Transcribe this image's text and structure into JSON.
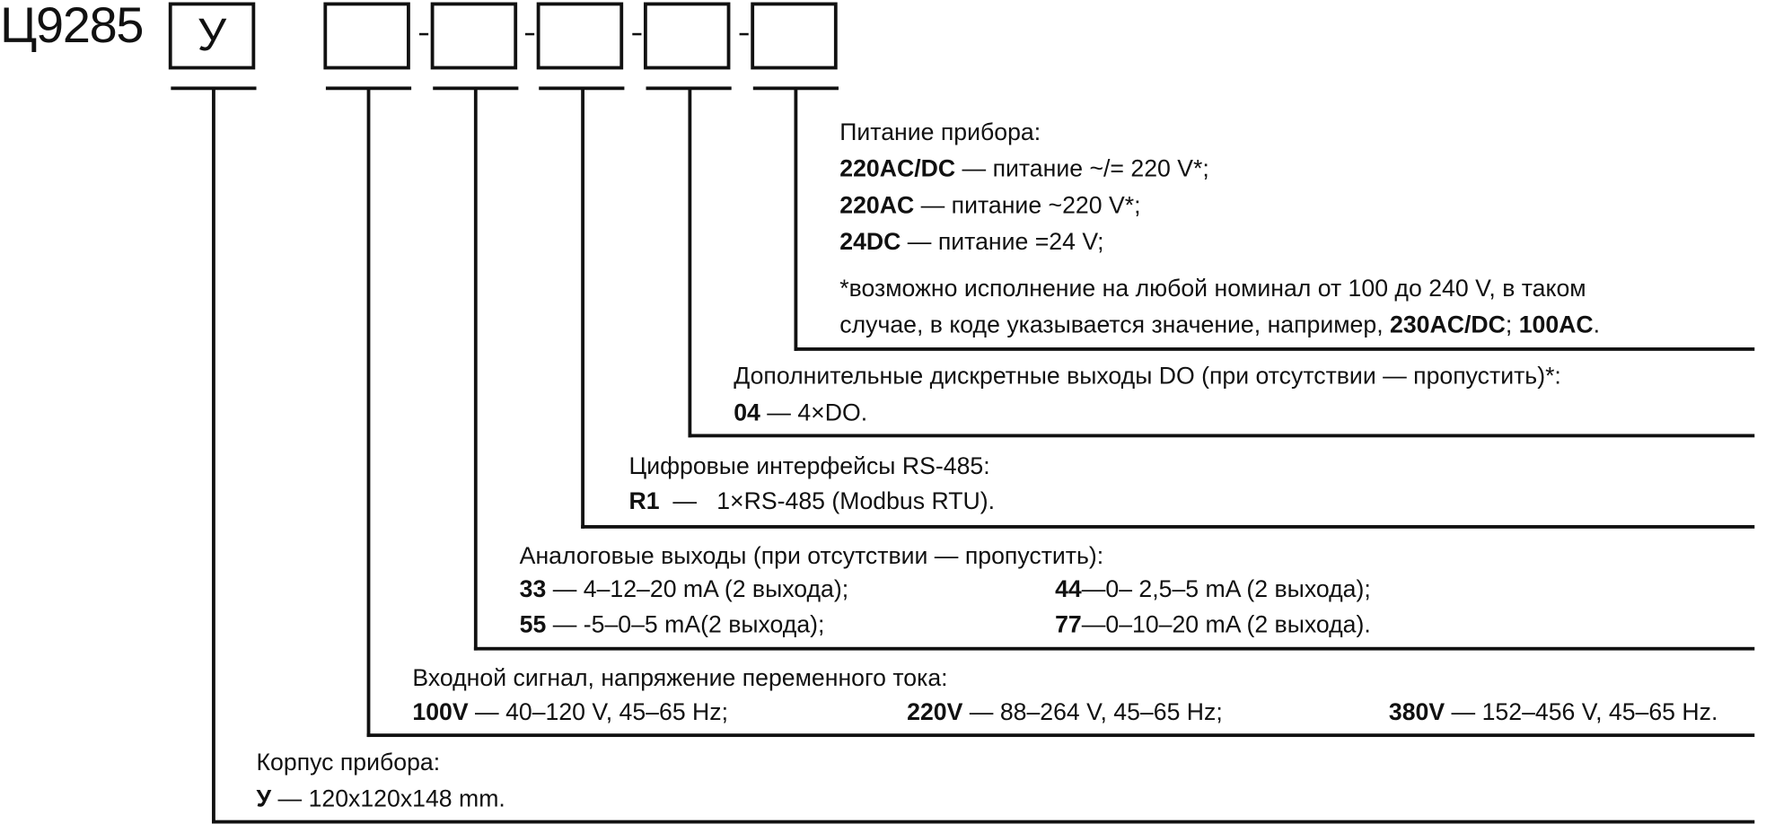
{
  "model": "Ц9285",
  "case_code": "У",
  "power": {
    "heading": "Питание прибора:",
    "items": [
      {
        "code": "220AC/DC",
        "text": " — питание ~/= 220 V*;"
      },
      {
        "code": "220AC",
        "text": " — питание ~220 V*;"
      },
      {
        "code": "24DC",
        "text": " — питание =24 V;"
      }
    ],
    "note1": "*возможно исполнение на любой номинал от 100 до 240 V, в таком",
    "note2_pre": "случае, в коде указывается значение, например, ",
    "note2_code1": "230AC/DC",
    "note2_sep": "; ",
    "note2_code2": "100AC",
    "note2_end": "."
  },
  "do": {
    "heading": "Дополнительные дискретные выходы DO (при отсутствии — пропустить)*:",
    "code": "04",
    "text": " — 4×DO."
  },
  "rs": {
    "heading": "Цифровые интерфейсы RS-485:",
    "code": "R1",
    "text": "  —   1×RS-485 (Modbus RTU)."
  },
  "analog": {
    "heading": "Аналоговые выходы (при отсутствии — пропустить):",
    "items": [
      {
        "code": "33",
        "text": " — 4–12–20 mA (2 выхода);"
      },
      {
        "code": "44",
        "text": "—0– 2,5–5 mA (2 выхода);"
      },
      {
        "code": "55",
        "text": " — -5–0–5 mA(2 выхода);"
      },
      {
        "code": "77",
        "text": "—0–10–20 mA (2 выхода)."
      }
    ]
  },
  "input": {
    "heading": "Входной сигнал, напряжение переменного тока:",
    "items": [
      {
        "code": "100V",
        "text": " — 40–120 V, 45–65 Hz;"
      },
      {
        "code": "220V",
        "text": " — 88–264 V, 45–65 Hz;"
      },
      {
        "code": "380V",
        "text": " — 152–456 V, 45–65 Hz."
      }
    ]
  },
  "case": {
    "heading": "Корпус прибора:",
    "code": "У",
    "text": " — 120x120x148 mm."
  }
}
